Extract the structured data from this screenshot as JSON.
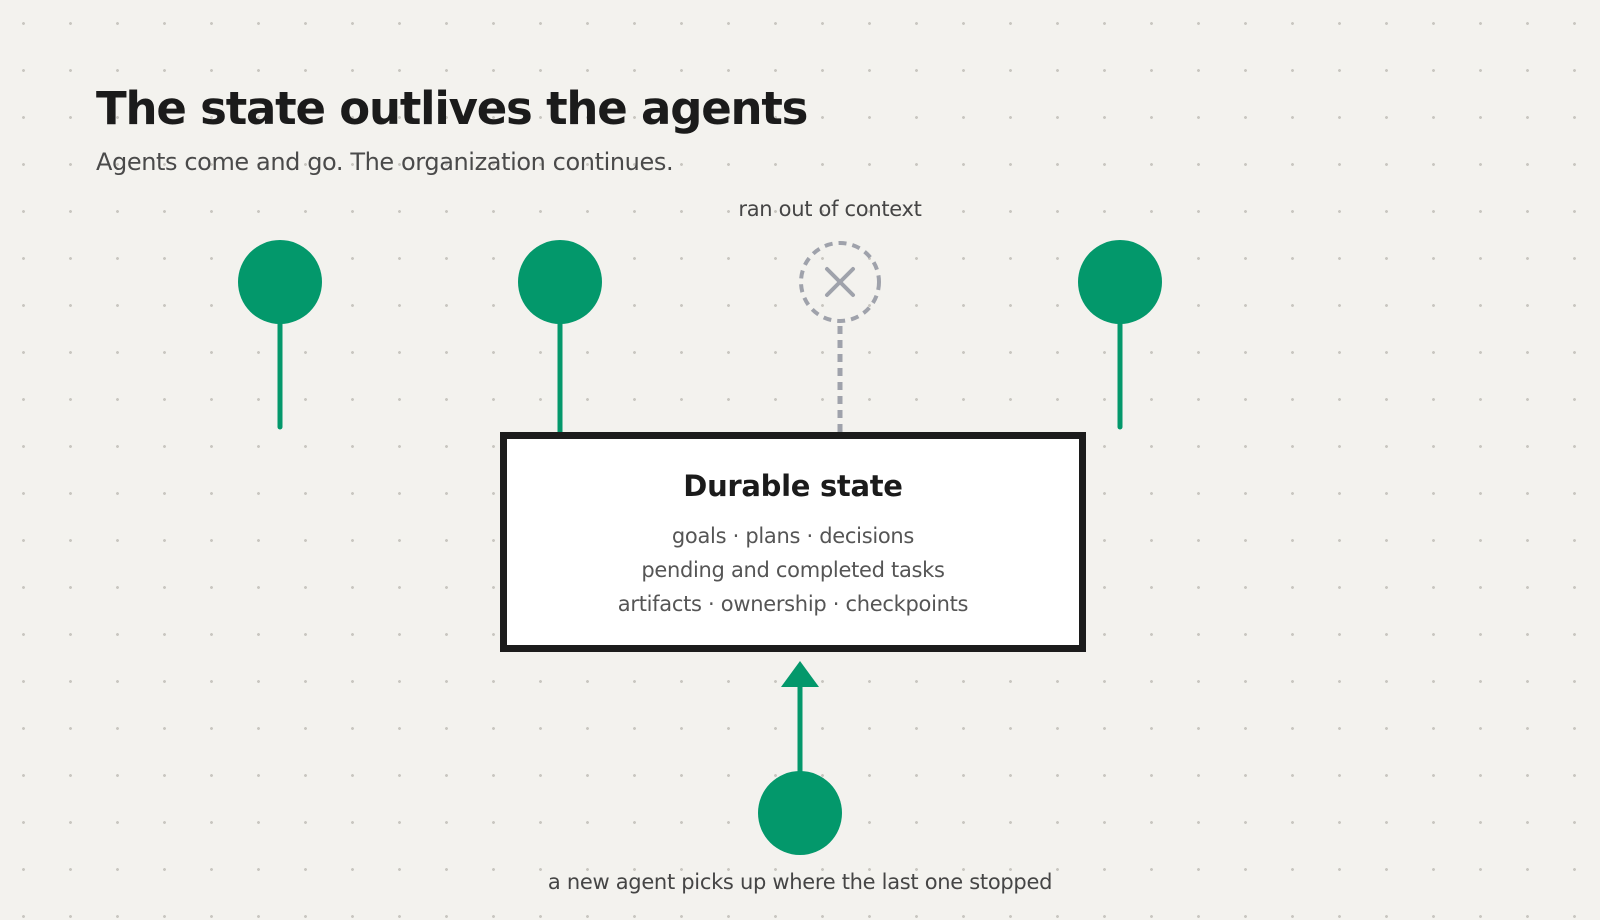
{
  "header": {
    "title": "The state outlives the agents",
    "subtitle": "Agents come and go. The organization continues."
  },
  "agents": [
    {
      "status": "active"
    },
    {
      "status": "active"
    },
    {
      "status": "ended",
      "label": "ran out of context"
    },
    {
      "status": "active"
    }
  ],
  "state_box": {
    "title": "Durable state",
    "lines": [
      "goals · plans · decisions",
      "pending and completed tasks",
      "artifacts · ownership · checkpoints"
    ]
  },
  "new_agent": {
    "label": "a new agent picks up where the last one stopped"
  },
  "colors": {
    "agent": "#03986b",
    "ended": "#9fa2ab",
    "box_border": "#1c1c1c"
  },
  "icons": {
    "ended_agent": "close-x-icon"
  }
}
